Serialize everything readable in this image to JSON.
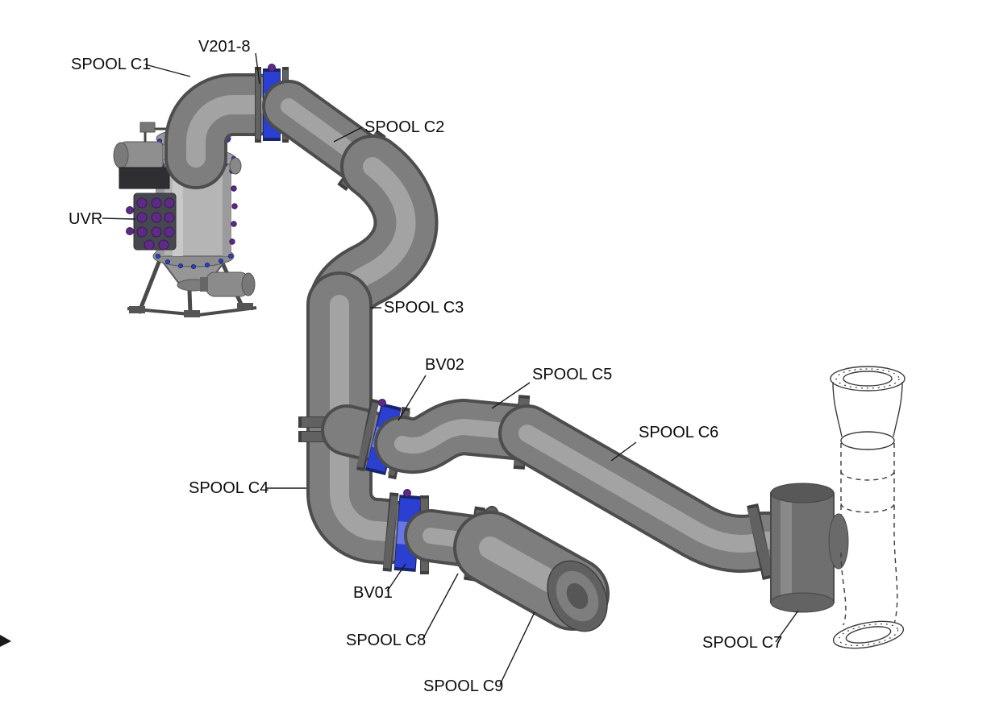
{
  "diagram": {
    "type": "isometric-piping-assembly-drawing",
    "labels": {
      "spool_c1": "SPOOL C1",
      "v201_8": "V201-8",
      "spool_c2": "SPOOL C2",
      "uvr": "UVR",
      "spool_c3": "SPOOL C3",
      "bv02": "BV02",
      "spool_c5": "SPOOL C5",
      "spool_c6": "SPOOL C6",
      "spool_c4": "SPOOL C4",
      "bv01": "BV01",
      "spool_c8": "SPOOL C8",
      "spool_c9": "SPOOL C9",
      "spool_c7": "SPOOL C7"
    },
    "colors": {
      "background": "#ffffff",
      "pipe_body": "#7e7e7e",
      "pipe_outline": "#4d4d4d",
      "pipe_highlight": "#a9a9a9",
      "flange_gray": "#616161",
      "valve_blue": "#2b3fd0",
      "valve_blue_dark": "#18246e",
      "fitting_purple": "#5d2b86",
      "bolt_blue": "#2b3fd0",
      "sketch_line": "#3a3a3a",
      "label_text": "#0b0b0b"
    }
  }
}
